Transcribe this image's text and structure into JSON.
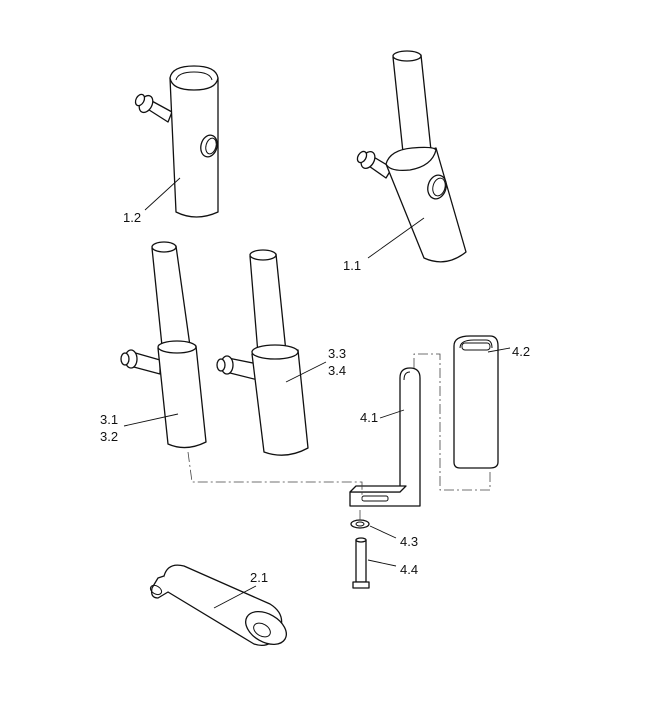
{
  "parts": [
    {
      "id": "p1_2",
      "label": "1.2"
    },
    {
      "id": "p1_1",
      "label": "1.1"
    },
    {
      "id": "p3_1",
      "label": "3.1"
    },
    {
      "id": "p3_2",
      "label": "3.2"
    },
    {
      "id": "p3_3",
      "label": "3.3"
    },
    {
      "id": "p3_4",
      "label": "3.4"
    },
    {
      "id": "p4_1",
      "label": "4.1"
    },
    {
      "id": "p4_2",
      "label": "4.2"
    },
    {
      "id": "p4_3",
      "label": "4.3"
    },
    {
      "id": "p4_4",
      "label": "4.4"
    },
    {
      "id": "p2_1",
      "label": "2.1"
    }
  ]
}
